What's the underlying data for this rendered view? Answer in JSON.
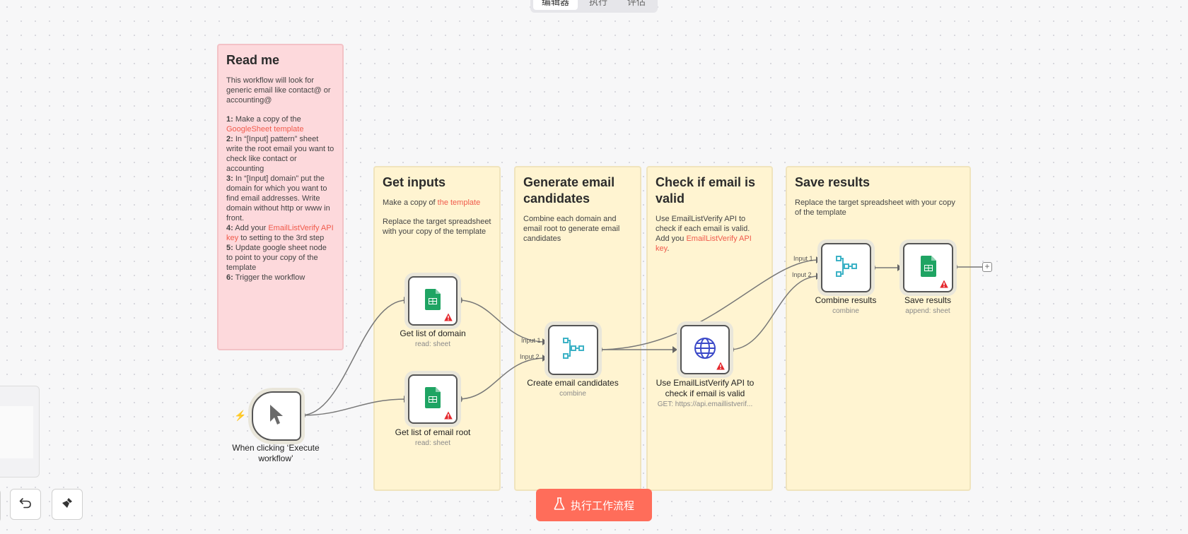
{
  "tabs": [
    {
      "label": "编辑器",
      "active": true
    },
    {
      "label": "执行",
      "active": false
    },
    {
      "label": "评估",
      "active": false
    }
  ],
  "sticky_readme": {
    "title": "Read me",
    "intro": "This workflow will look for generic email like contact@ or accounting@",
    "steps": [
      {
        "num": "1:",
        "text": "Make a copy of the",
        "link": "GoogleSheet template",
        "after": ""
      },
      {
        "num": "2:",
        "text": "In “[Input] pattern” sheet write the root email you want to check like contact or accounting",
        "link": "",
        "after": ""
      },
      {
        "num": "3:",
        "text": "In “[Input] domain” put the domain for which you want to find email addresses. Write domain without http or www in front.",
        "link": "",
        "after": ""
      },
      {
        "num": "4:",
        "text": "Add your",
        "link": "EmailListVerify API key",
        "after": "to setting to the 3rd step"
      },
      {
        "num": "5:",
        "text": "Update google sheet node to point to your copy of the template",
        "link": "",
        "after": ""
      },
      {
        "num": "6:",
        "text": "Trigger the workflow",
        "link": "",
        "after": ""
      }
    ]
  },
  "sticky_inputs": {
    "title": "Get inputs",
    "line1_pre": "Make a copy of",
    "line1_link": "the template",
    "line2": "Replace the target spreadsheet with your copy of the template"
  },
  "sticky_generate": {
    "title": "Generate email candidates",
    "body": "Combine each domain and email root to generate email candidates"
  },
  "sticky_check": {
    "title": "Check if email is valid",
    "body": "Use EmailListVerify API to check if each email is valid.",
    "body2_pre": "Add you",
    "body2_link": "EmailListVerify API key",
    "body2_post": "."
  },
  "sticky_save": {
    "title": "Save results",
    "body": "Replace the target spreadsheet with your copy of the template"
  },
  "nodes": {
    "trigger": {
      "label": "When clicking ‘Execute workflow’",
      "icon": "cursor-icon"
    },
    "domain": {
      "label": "Get list of domain",
      "sub": "read: sheet",
      "icon": "google-sheets-icon"
    },
    "email_root": {
      "label": "Get list of email root",
      "sub": "read: sheet",
      "icon": "google-sheets-icon"
    },
    "candidates": {
      "label": "Create email candidates",
      "sub": "combine",
      "icon": "merge-icon",
      "input1": "Input 1",
      "input2": "Input 2"
    },
    "verify": {
      "label": "Use EmailListVerify API to check if email is valid",
      "sub": "GET: https://api.emaillistverif...",
      "icon": "globe-icon"
    },
    "combine": {
      "label": "Combine results",
      "sub": "combine",
      "icon": "merge-icon",
      "input1": "Input 1",
      "input2": "Input 2"
    },
    "save": {
      "label": "Save results",
      "sub": "append: sheet",
      "icon": "google-sheets-icon"
    }
  },
  "execute_button": {
    "label": "执行工作流程",
    "icon": "flask-icon"
  },
  "colors": {
    "accent": "#ff6d5a",
    "link": "#f05a4b",
    "sheets_green": "#1fa463",
    "merge_teal": "#3db2c6",
    "globe_blue": "#3b49c8",
    "warning": "#e5282d"
  }
}
